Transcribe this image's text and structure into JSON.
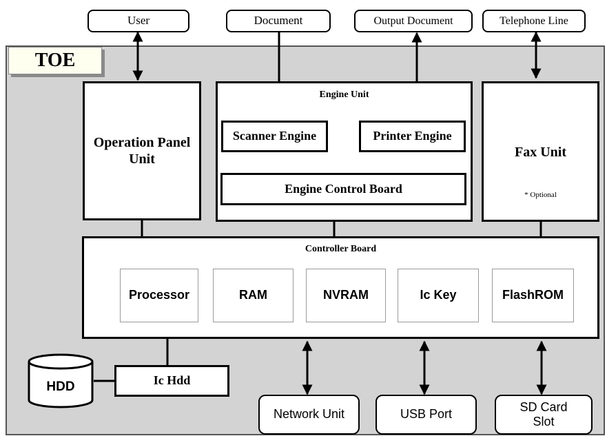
{
  "external": {
    "user": "User",
    "document": "Document",
    "output_document": "Output Document",
    "telephone_line": "Telephone Line"
  },
  "toe_label": "TOE",
  "operation_panel": "Operation Panel Unit",
  "engine_unit": {
    "title": "Engine Unit",
    "scanner": "Scanner Engine",
    "printer": "Printer Engine",
    "control_board": "Engine Control Board"
  },
  "fax_unit": {
    "title": "Fax Unit",
    "note": "* Optional"
  },
  "controller_board": {
    "title": "Controller Board",
    "components": [
      "Processor",
      "RAM",
      "NVRAM",
      "Ic Key",
      "FlashROM"
    ]
  },
  "hdd": "HDD",
  "ic_hdd": "Ic Hdd",
  "ports": {
    "network": "Network Unit",
    "usb": "USB Port",
    "sd": "SD Card Slot"
  }
}
